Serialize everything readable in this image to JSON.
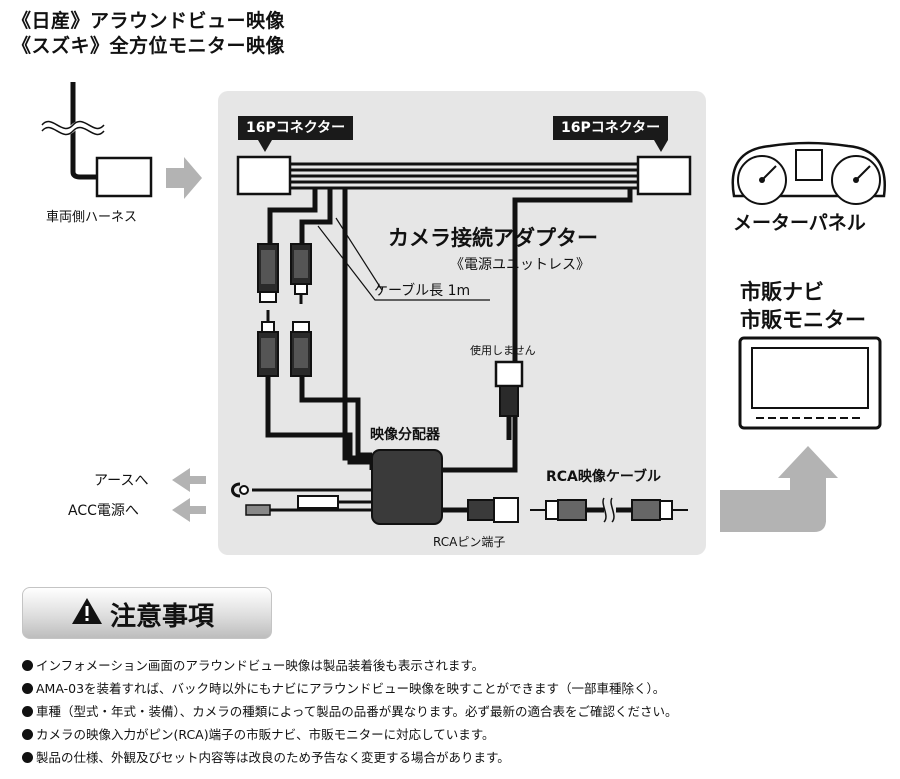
{
  "header": {
    "line1": "《日産》アラウンドビュー映像",
    "line2": "《スズキ》全方位モニター映像"
  },
  "diagram": {
    "connector_left": "16Pコネクター",
    "connector_right": "16Pコネクター",
    "harness": "車両側ハーネス",
    "adapter_title": "カメラ接続アダプター",
    "adapter_subtitle": "《電源ユニットレス》",
    "cable_length": "ケーブル長 1m",
    "unused": "使用しません",
    "distributor": "映像分配器",
    "rca_cable": "RCA映像ケーブル",
    "rca_pin": "RCAピン端子",
    "ground": "アースへ",
    "acc": "ACC電源へ",
    "meter_panel": "メーターパネル",
    "navi_line1": "市販ナビ",
    "navi_line2": "市販モニター"
  },
  "notice": {
    "title": "注意事項",
    "items": [
      "インフォメーション画面のアラウンドビュー映像は製品装着後も表示されます。",
      "AMA-03を装着すれば、バック時以外にもナビにアラウンドビュー映像を映すことができます（一部車種除く）。",
      "車種（型式・年式・装備）、カメラの種類によって製品の品番が異なります。必ず最新の適合表をご確認ください。",
      "カメラの映像入力がピン(RCA)端子の市販ナビ、市販モニターに対応しています。",
      "製品の仕様、外観及びセット内容等は改良のため予告なく変更する場合があります。"
    ]
  },
  "colors": {
    "panel": "#e6e6e6",
    "arrow": "#b3b3b3",
    "label_bg": "#1a1a1a",
    "cable": "#111111"
  }
}
